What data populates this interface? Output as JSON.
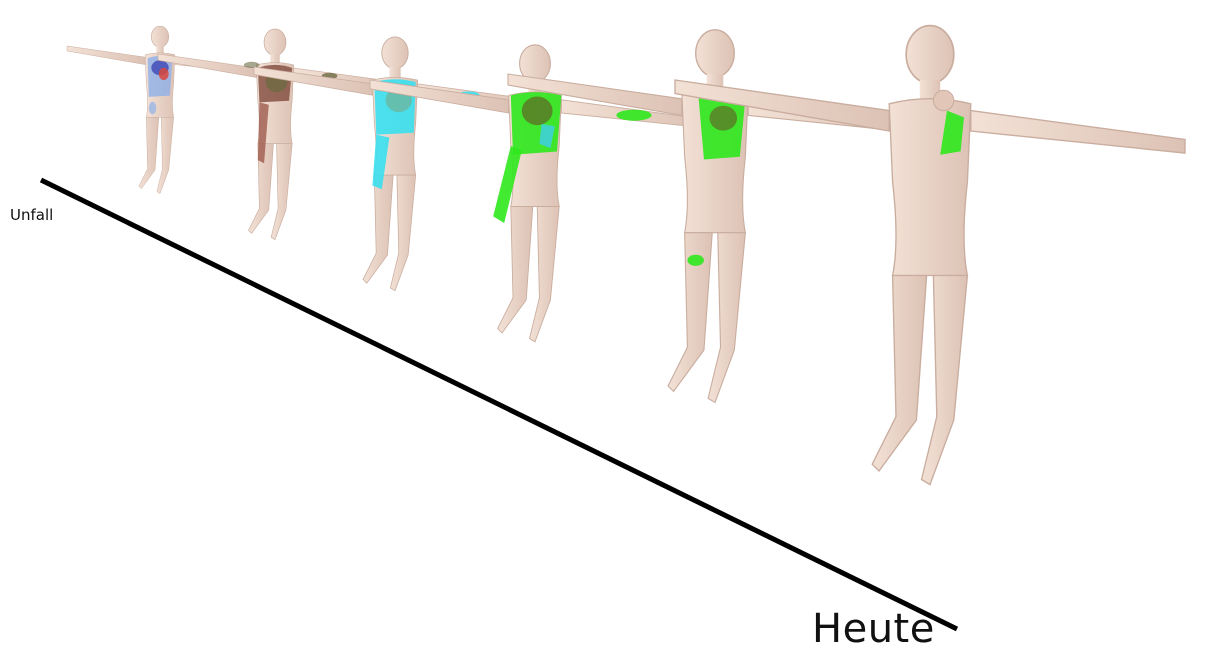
{
  "timeline": {
    "start_label": "Unfall",
    "end_label": "Heute"
  },
  "colors": {
    "skin": "#efd9cd",
    "skin_shade": "#d9bfb1",
    "line": "#000000"
  },
  "figures": [
    {
      "name": "figure-1",
      "highlight_colors": [
        "#5a6fd6",
        "#8fb0ea",
        "#d9463c",
        "#3c46b4"
      ]
    },
    {
      "name": "figure-2",
      "highlight_colors": [
        "#7f4a3c",
        "#6d6a42",
        "#9e5a4c"
      ]
    },
    {
      "name": "figure-3",
      "highlight_colors": [
        "#2fe0f2",
        "#6bb6a0"
      ]
    },
    {
      "name": "figure-4",
      "highlight_colors": [
        "#2ee81c",
        "#5a7a28",
        "#3fd0d8"
      ]
    },
    {
      "name": "figure-5",
      "highlight_colors": [
        "#2ee81c",
        "#5a7a28"
      ]
    },
    {
      "name": "figure-6",
      "highlight_colors": [
        "#2ee81c"
      ]
    }
  ]
}
